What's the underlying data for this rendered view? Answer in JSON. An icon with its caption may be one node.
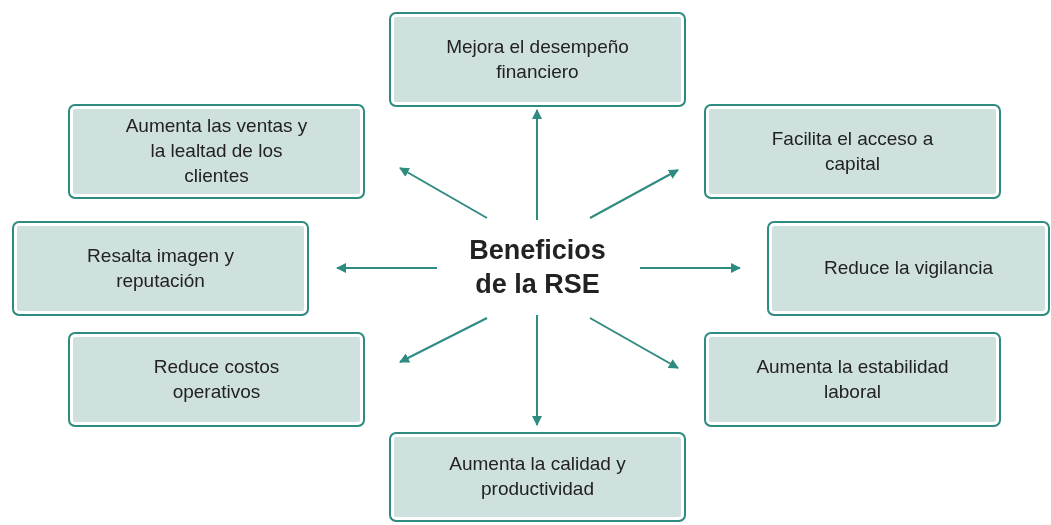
{
  "diagram": {
    "nodes": [
      {
        "text": [
          "Beneficios de la RSE"
        ]
      },
      {
        "text": [
          "Mejora el desempeño financiero"
        ]
      },
      {
        "text": [
          "Aumenta las ventas y la lealtad de los clientes"
        ]
      },
      {
        "text": [
          "Facilita el acceso a capital"
        ]
      },
      {
        "text": [
          "Resalta imagen y reputación"
        ]
      },
      {
        "text": [
          "Reduce la vigilancia"
        ]
      },
      {
        "text": [
          "Reduce costos operativos"
        ]
      },
      {
        "text": [
          "Aumenta la estabilidad laboral"
        ]
      },
      {
        "text": [
          "Aumenta la calidad y productividad"
        ]
      }
    ],
    "edges": [
      {
        "from": 0,
        "to": 1,
        "arrow": "to"
      },
      {
        "from": 0,
        "to": 2,
        "arrow": "to"
      },
      {
        "from": 0,
        "to": 3,
        "arrow": "to"
      },
      {
        "from": 0,
        "to": 4,
        "arrow": "to"
      },
      {
        "from": 0,
        "to": 5,
        "arrow": "to"
      },
      {
        "from": 0,
        "to": 6,
        "arrow": "to"
      },
      {
        "from": 0,
        "to": 7,
        "arrow": "to"
      },
      {
        "from": 0,
        "to": 8,
        "arrow": "to"
      }
    ]
  }
}
